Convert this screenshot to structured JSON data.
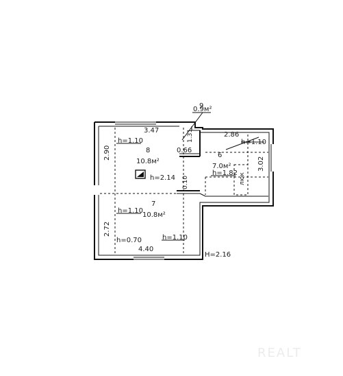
{
  "rooms": {
    "r9": {
      "number": "9",
      "area": "0.9м²",
      "dim": "1.31",
      "dim2": "0.66"
    },
    "r8": {
      "number": "8",
      "area": "10.8м²",
      "width": "3.47",
      "depth": "2.90",
      "h": "h=1.10"
    },
    "r7": {
      "number": "7",
      "area": "10.8м²",
      "width": "4.40",
      "depth": "2.72",
      "h_left": "h=1.10",
      "h_right": "h=1.10",
      "h_low": "h=0.70"
    },
    "r6": {
      "number": "6",
      "area": "7.0м²",
      "width": "2.86",
      "depth": "3.02",
      "h_top": "h=1.10",
      "h_mid": "h=1.82"
    }
  },
  "hatch_label": "люк",
  "center_height": "h=2.14",
  "partition": "0.10",
  "total_height": "H=2.16",
  "watermark": "REALT"
}
